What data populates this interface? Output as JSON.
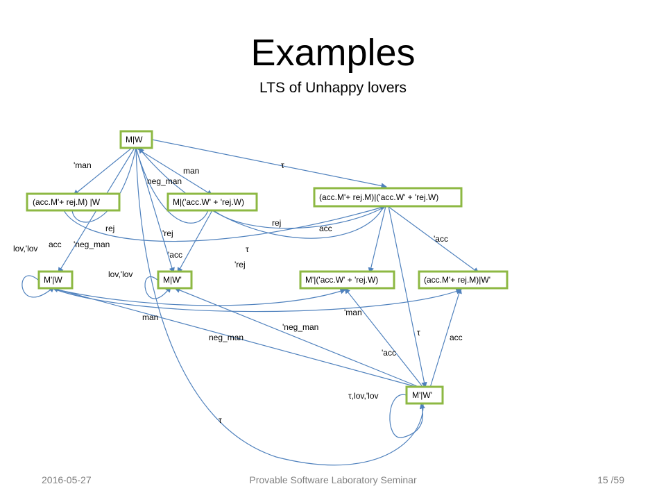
{
  "slide": {
    "title": "Examples",
    "subtitle": "LTS of Unhappy lovers"
  },
  "diagram": {
    "nodes": {
      "mw": "M|W",
      "accrej_w": "(acc.M'+ rej.M) |W",
      "m_accrej": "M|('acc.W' + 'rej.W)",
      "accrej_accrej": "(acc.M'+ rej.M)|('acc.W' + 'rej.W)",
      "mp_w": "M'|W",
      "m_wp": "M|W'",
      "mp_accrej": "M'|('acc.W' + 'rej.W)",
      "accrej_wp": "(acc.M'+ rej.M)|W'",
      "mp_wp": "M'|W'"
    },
    "edge_labels": {
      "man_tick_top": "'man",
      "man_top": "man",
      "neg_man_top": "neg_man",
      "tau_top": "τ",
      "rej_a": "rej",
      "rej_tick_a": "'rej",
      "rej_b": "rej",
      "acc_a": "acc",
      "acc_tick_right": "'acc",
      "lov_left": "lov,'lov",
      "acc_left": "acc",
      "neg_man_tick_left": "'neg_man",
      "tau_mid": "τ",
      "lov_mid": "lov,'lov",
      "acc_tick_mid": "'acc",
      "rej_tick_mid": "'rej",
      "man_tick_mid": "'man",
      "man_bottom": "man",
      "neg_man_tick_bottom": "'neg_man",
      "neg_man_bottom": "neg_man",
      "tau_right": "τ",
      "acc_right": "acc",
      "acc_tick_bottom": "'acc",
      "tau_lov": "τ,lov,'lov",
      "tau_bottom": "τ"
    }
  },
  "footer": {
    "date": "2016-05-27",
    "seminar": "Provable Software Laboratory Seminar",
    "page": "15 /59"
  }
}
